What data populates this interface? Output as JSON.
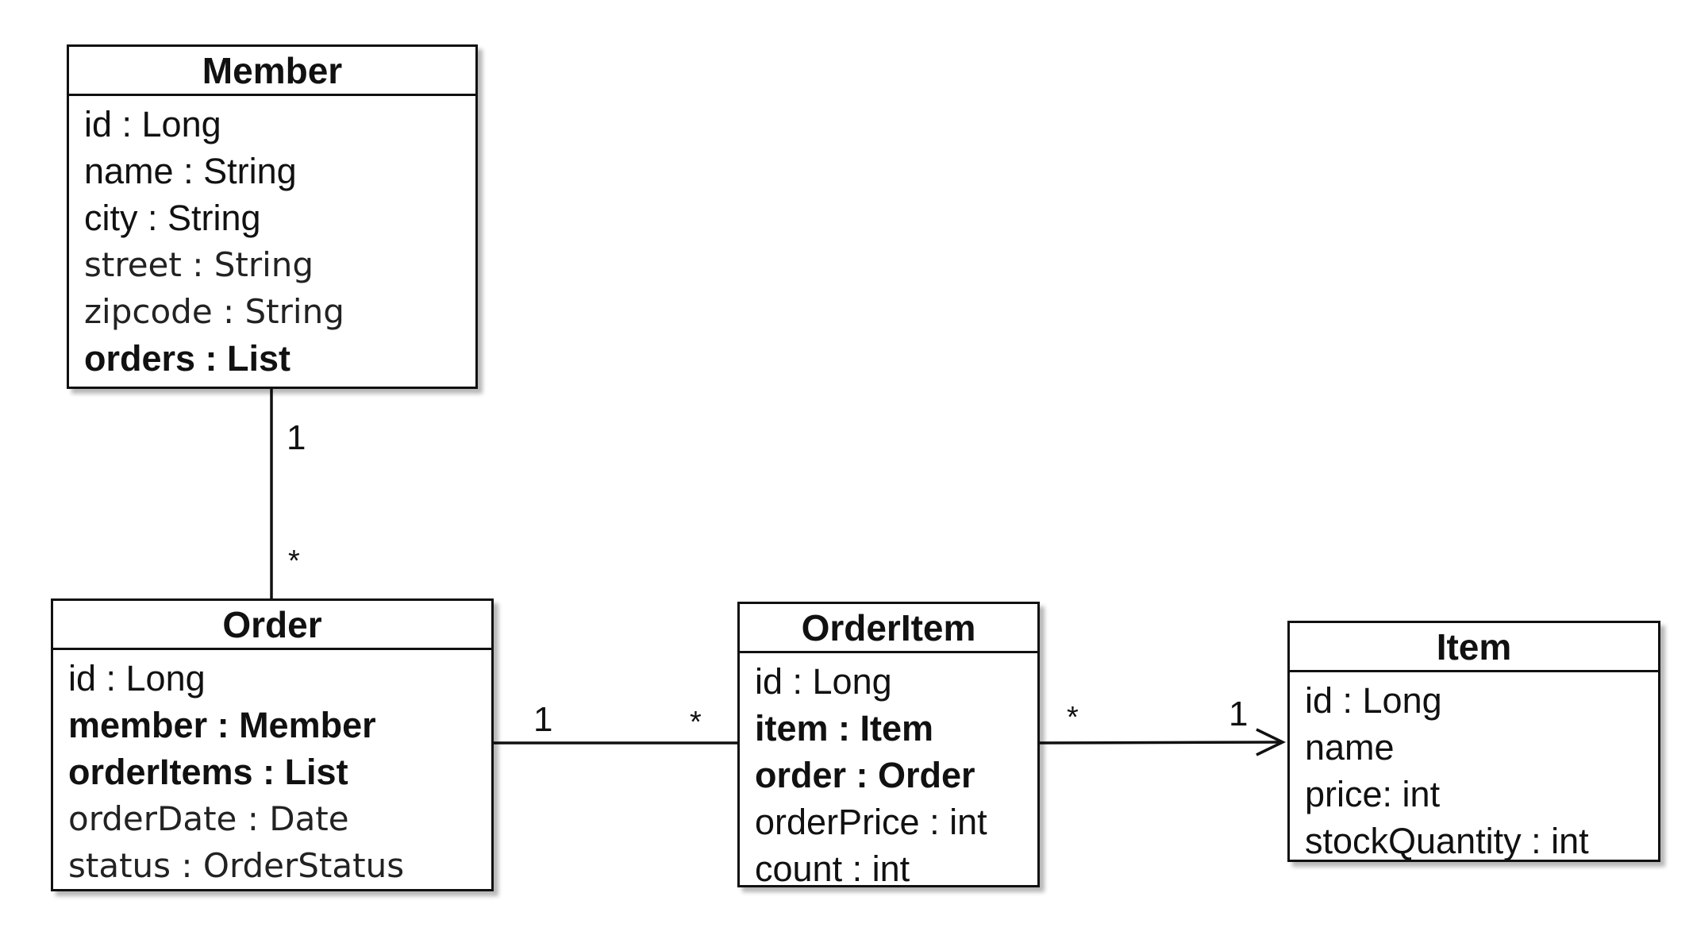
{
  "diagram": {
    "classes": [
      {
        "id": "member",
        "name": "Member",
        "attributes": [
          {
            "text": "id : Long",
            "style": "normal"
          },
          {
            "text": "name : String",
            "style": "normal"
          },
          {
            "text": "city : String",
            "style": "normal"
          },
          {
            "text": "street : String",
            "style": "light"
          },
          {
            "text": "zipcode : String",
            "style": "light"
          },
          {
            "text": "orders : List",
            "style": "bold"
          }
        ]
      },
      {
        "id": "order",
        "name": "Order",
        "attributes": [
          {
            "text": "id : Long",
            "style": "normal"
          },
          {
            "text": "member : Member",
            "style": "bold"
          },
          {
            "text": "orderItems : List",
            "style": "bold"
          },
          {
            "text": "orderDate : Date",
            "style": "light"
          },
          {
            "text": "status : OrderStatus",
            "style": "light"
          }
        ]
      },
      {
        "id": "orderitem",
        "name": "OrderItem",
        "attributes": [
          {
            "text": "id : Long",
            "style": "normal"
          },
          {
            "text": "item : Item",
            "style": "bold"
          },
          {
            "text": "order : Order",
            "style": "bold"
          },
          {
            "text": "orderPrice : int",
            "style": "normal"
          },
          {
            "text": "count : int",
            "style": "normal"
          }
        ]
      },
      {
        "id": "item",
        "name": "Item",
        "attributes": [
          {
            "text": "id : Long",
            "style": "normal"
          },
          {
            "text": "name",
            "style": "normal"
          },
          {
            "text": "price: int",
            "style": "normal"
          },
          {
            "text": "stockQuantity : int",
            "style": "normal"
          }
        ]
      }
    ],
    "associations": [
      {
        "from": "member",
        "to": "order",
        "from_multiplicity": "1",
        "to_multiplicity": "*",
        "navigable_arrow": false
      },
      {
        "from": "order",
        "to": "orderitem",
        "from_multiplicity": "1",
        "to_multiplicity": "*",
        "navigable_arrow": false
      },
      {
        "from": "orderitem",
        "to": "item",
        "from_multiplicity": "*",
        "to_multiplicity": "1",
        "navigable_arrow": true
      }
    ]
  }
}
